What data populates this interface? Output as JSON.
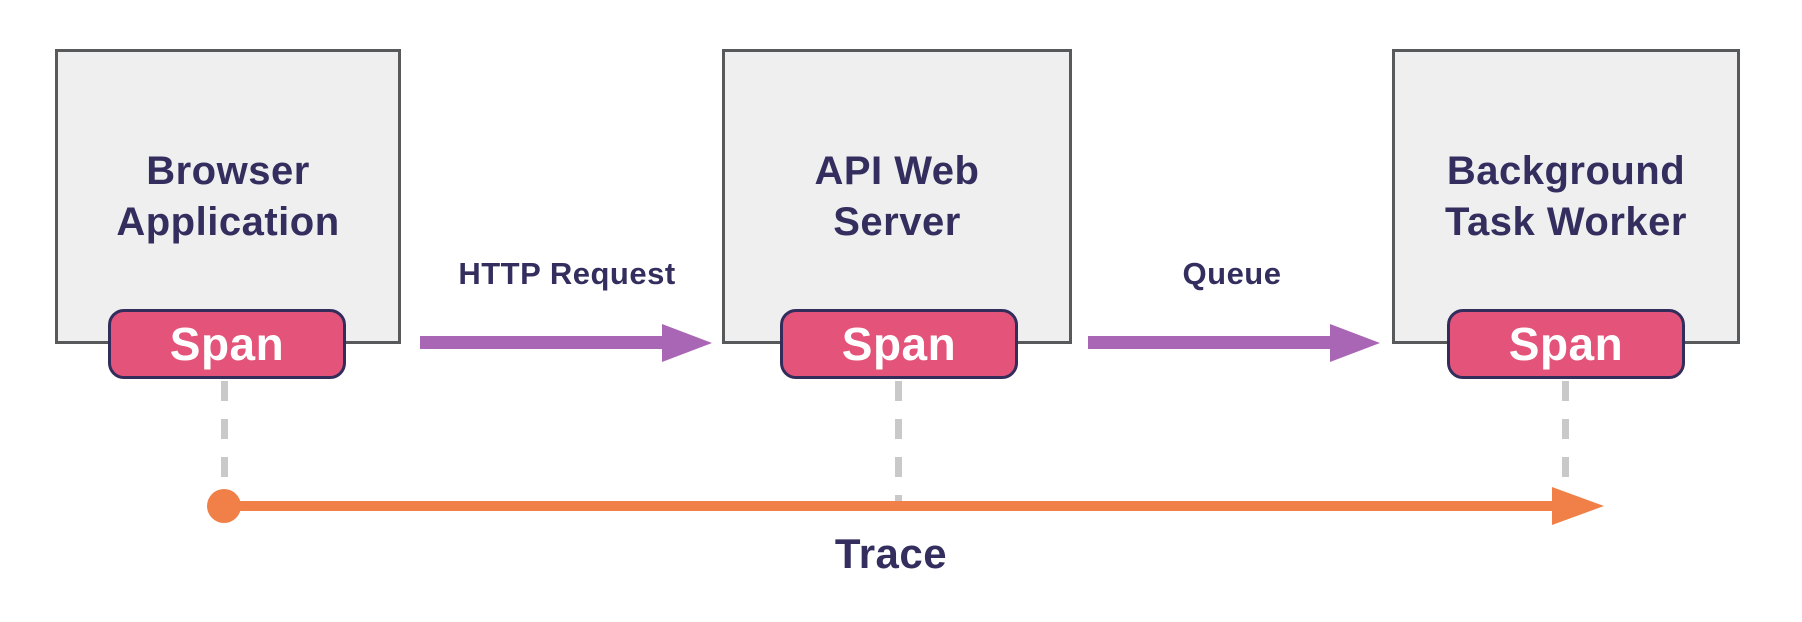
{
  "diagram": {
    "nodes": [
      {
        "label": "Browser\nApplication",
        "span_label": "Span"
      },
      {
        "label": "API Web\nServer",
        "span_label": "Span"
      },
      {
        "label": "Background\nTask Worker",
        "span_label": "Span"
      }
    ],
    "edges": [
      {
        "label": "HTTP Request"
      },
      {
        "label": "Queue"
      }
    ],
    "trace": {
      "label": "Trace"
    },
    "colors": {
      "node_fill": "#efeff0",
      "node_border": "#58595b",
      "span_fill": "#e4537a",
      "span_border": "#332d5c",
      "text": "#332e5e",
      "edge_arrow": "#a966b5",
      "trace_line": "#f08048",
      "dashed_connector": "#c9c9c9",
      "background": "#ffffff"
    }
  }
}
